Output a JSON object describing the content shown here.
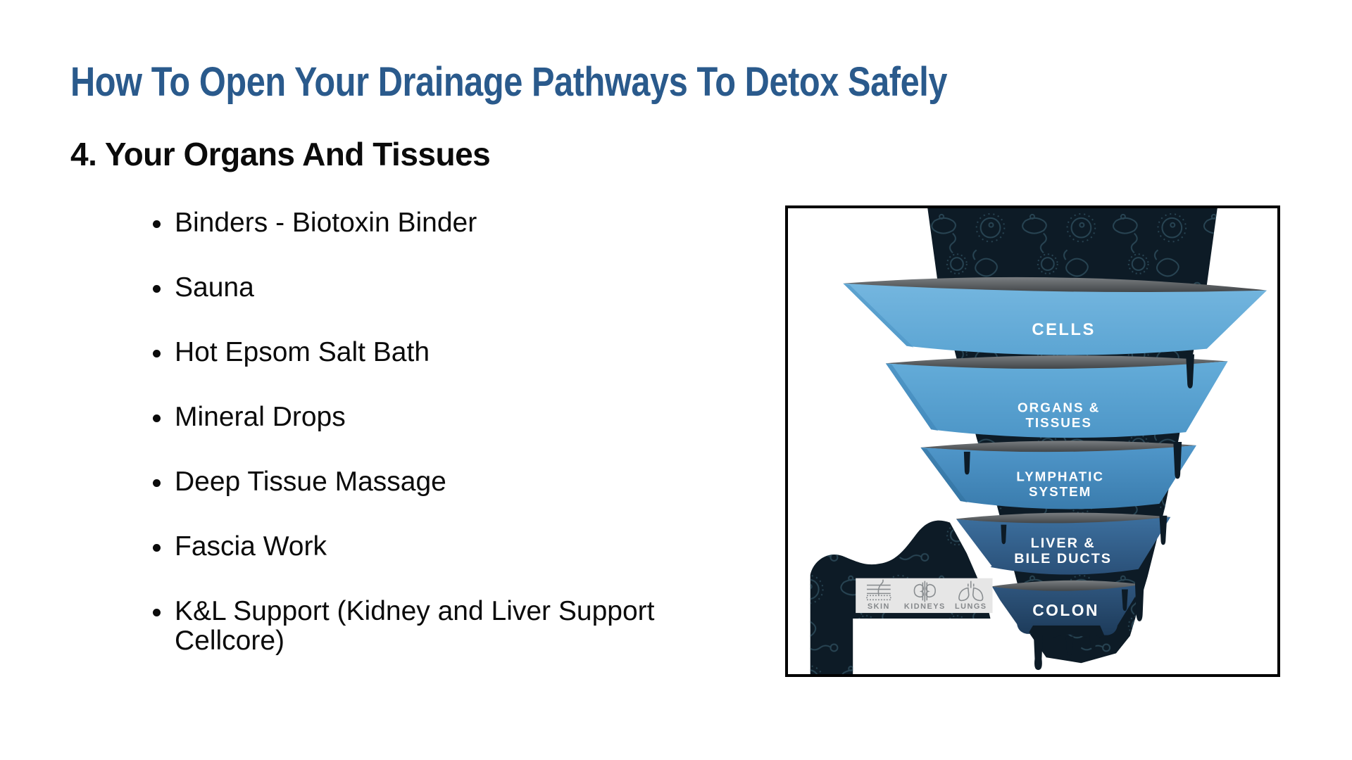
{
  "slide": {
    "title": "How To Open Your Drainage Pathways To Detox Safely",
    "subtitle": "4. Your Organs And Tissues",
    "bullets": [
      "Binders - Biotoxin Binder",
      "Sauna",
      "Hot Epsom Salt Bath",
      "Mineral Drops",
      "Deep Tissue Massage",
      "Fascia Work",
      "K&L Support (Kidney and Liver Support Cellcore)"
    ]
  },
  "funnel": {
    "stages": [
      {
        "line1": "CELLS",
        "line2": ""
      },
      {
        "line1": "ORGANS &",
        "line2": "TISSUES"
      },
      {
        "line1": "LYMPHATIC",
        "line2": "SYSTEM"
      },
      {
        "line1": "LIVER &",
        "line2": "BILE DUCTS"
      },
      {
        "line1": "COLON",
        "line2": ""
      }
    ],
    "organs": [
      "SKIN",
      "KIDNEYS",
      "LUNGS"
    ],
    "colors": {
      "title_blue": "#2A5A8C",
      "stage_cells": "#69AFDB",
      "stage_organs_tissues": "#59A4D3",
      "stage_lymphatic": "#4890C3",
      "stage_liver": "#38689A",
      "stage_colon": "#2A4E76",
      "toxin_dark": "#0D1B26",
      "frame_border": "#000000",
      "organ_box": "#E6E6E6",
      "stage_text": "#FFFFFF"
    }
  }
}
